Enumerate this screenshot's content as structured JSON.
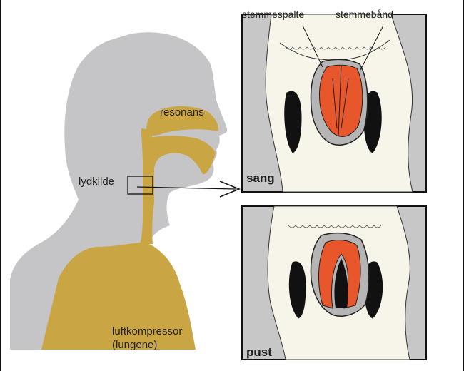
{
  "labels": {
    "resonans": "resonans",
    "lydkilde": "lydkilde",
    "luftkompressor": "luftkompressor",
    "lungene": "(lungene)",
    "stemmespalte": "stemmespalte",
    "stemmebaand": "stemmebånd",
    "sang": "sang",
    "pust": "pust"
  },
  "colors": {
    "head_silhouette": "#c5c5c7",
    "vocal_tract": "#c9a544",
    "vocal_folds": "#e8562c",
    "panel_background": "#c7c7c8",
    "outline": "#222222"
  }
}
